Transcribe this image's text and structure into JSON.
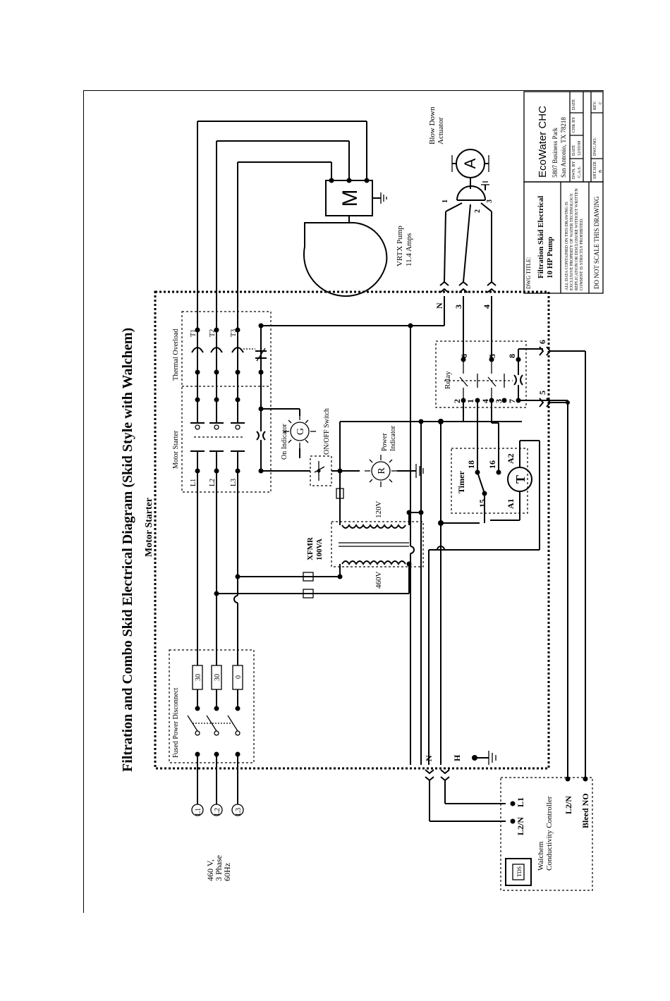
{
  "title": "Filtration and Combo Skid Electrical Diagram (Skid Style with Walchem)",
  "subtitle": "Motor Starter",
  "supply": {
    "line1": "460 V,",
    "line2": "3 Phase",
    "line3": "60Hz",
    "phases": [
      "L1",
      "L2",
      "L3"
    ]
  },
  "fused_disconnect": {
    "label": "Fused Power Disconnect",
    "fuses": [
      "30",
      "30",
      "0"
    ]
  },
  "motor_starter": {
    "label": "Motor Starter",
    "line_terms": [
      "L1",
      "L2",
      "L3"
    ]
  },
  "thermal_overload": {
    "label": "Thermal Overload",
    "load_terms": [
      "T1",
      "T2",
      "T3"
    ]
  },
  "on_indicator": {
    "label": "On Indicator",
    "symbol": "G"
  },
  "onoff_switch": {
    "label": "ON/OFF Switch"
  },
  "power_indicator": {
    "label1": "Power",
    "label2": "Indicator",
    "symbol": "R"
  },
  "transformer": {
    "label1": "XFMR",
    "label2": "100VA",
    "primary": "460V",
    "secondary": "120V"
  },
  "timer": {
    "label": "Timer",
    "terms": [
      "18",
      "16",
      "15",
      "A1",
      "A2"
    ],
    "symbol": "T"
  },
  "relay": {
    "label": "Relay",
    "terms": [
      "6",
      "5",
      "8",
      "2",
      "1",
      "4",
      "3",
      "7"
    ]
  },
  "pump": {
    "symbol": "M",
    "label1": "VRTX Pump",
    "label2": "11.4 Amps"
  },
  "actuator": {
    "symbol": "A",
    "label1": "Blow Down",
    "label2": "Actuator",
    "pins": [
      "1",
      "2",
      "3"
    ]
  },
  "connectors": {
    "top": [
      "N",
      "3",
      "4"
    ],
    "bottom": [
      "N",
      "H"
    ],
    "right": [
      "5",
      "6"
    ]
  },
  "walchem": {
    "label1": "Walchem",
    "label2": "Conductivity Controller",
    "tds": "TDS",
    "terms": [
      "L2/N",
      "L1",
      "L2/N",
      "Bleed NO"
    ]
  },
  "title_block": {
    "dwg_title_label": "DWG TITLE:",
    "dwg_title1": "Filtration Skid Electrical",
    "dwg_title2": "10 HP Pump",
    "notice1": "ALL DATA CONTAINED ON THIS DRAWING IS",
    "notice2": "EXCLUSIVE PROPERTY OF WATER TECHNOLOGY.",
    "notice3": "REPLICATION OR DISCLOSURE WITHOUT WRITTEN",
    "notice4": "CONSENT IS STRICTLY PROHIBITED.",
    "no_scale": "DO NOT SCALE THIS DRAWING",
    "company": "EcoWater CHC",
    "addr1": "5807 Business Park",
    "addr2": "San Antonio, TX 78218",
    "h_dwn": "DWN. BY",
    "h_date": "DATE",
    "h_chk": "CHK BY",
    "h_date2": "DATE",
    "v_dwn": "C.A.S.",
    "v_date": "12/03/08",
    "h_size": "SHT.SIZE",
    "h_dwgno": "DWG.NO.",
    "h_rev": "REV.",
    "v_size": "B",
    "v_rev": "C"
  }
}
